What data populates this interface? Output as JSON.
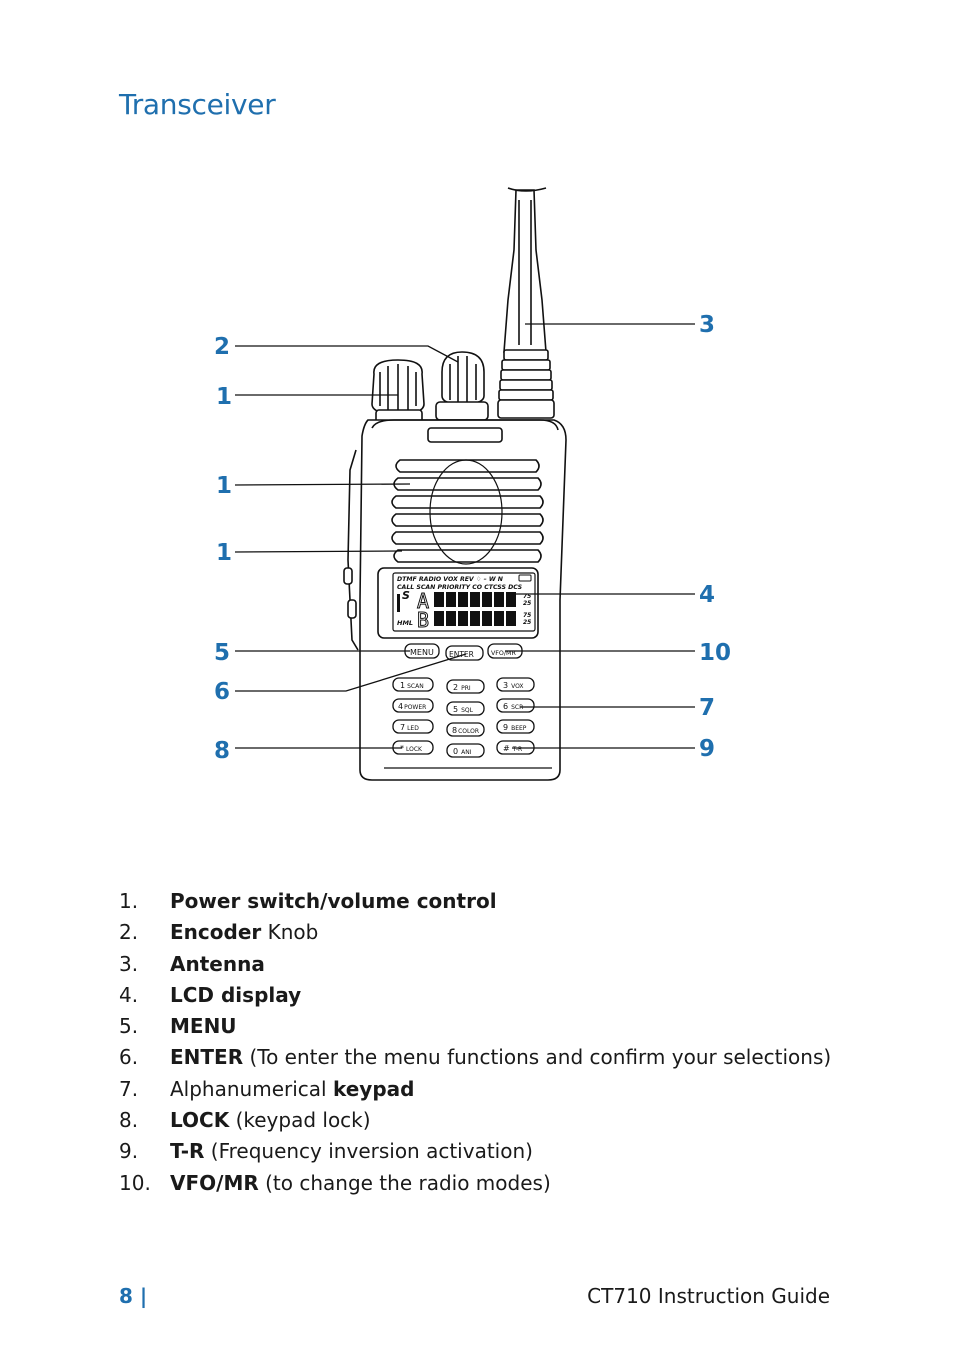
{
  "page": {
    "title": "Transceiver",
    "footer_page": "8 |",
    "footer_doc": "CT710 Instruction Guide"
  },
  "figure": {
    "callouts": {
      "c1a": "1",
      "c1b": "1",
      "c1c": "1",
      "c2": "2",
      "c3": "3",
      "c4": "4",
      "c5": "5",
      "c6": "6",
      "c7": "7",
      "c8": "8",
      "c9": "9",
      "c10": "10"
    },
    "lcd": {
      "top_row": "DTMF  RADIO  VOX  REV  ♢ – W  N",
      "second_row": "CALL  SCAN  PRIORITY  CO  CTCSS DCS",
      "s_label": "S",
      "hml_label": "HML",
      "line_a": "A",
      "line_b": "B",
      "step_a1": "75",
      "step_a2": "25",
      "step_b1": "75",
      "step_b2": "25"
    },
    "buttons": {
      "menu": "MENU",
      "enter": "ENTER",
      "vfo": "VFO/MR"
    },
    "keys": [
      {
        "num": "1",
        "label": "SCAN"
      },
      {
        "num": "2",
        "label": "PRI"
      },
      {
        "num": "3",
        "label": "VOX"
      },
      {
        "num": "4",
        "label": "POWER"
      },
      {
        "num": "5",
        "label": "SQL"
      },
      {
        "num": "6",
        "label": "SCR"
      },
      {
        "num": "7",
        "label": "LED"
      },
      {
        "num": "8",
        "label": "COLOR"
      },
      {
        "num": "9",
        "label": "BEEP"
      },
      {
        "num": "*",
        "label": "LOCK"
      },
      {
        "num": "0",
        "label": "ANI"
      },
      {
        "num": "#",
        "label": "T-R"
      }
    ]
  },
  "list": [
    {
      "num": "1.",
      "bold": "Power switch/volume control",
      "rest": ""
    },
    {
      "num": "2.",
      "bold": "Encoder",
      "rest": " Knob"
    },
    {
      "num": "3.",
      "bold": "Antenna",
      "rest": ""
    },
    {
      "num": "4.",
      "bold": "LCD display",
      "rest": ""
    },
    {
      "num": "5.",
      "bold": "MENU",
      "rest": ""
    },
    {
      "num": "6.",
      "bold": "ENTER",
      "rest": " (To enter the menu functions and confirm your selections)"
    },
    {
      "num": "7.",
      "pre": "Alphanumerical ",
      "bold": "keypad",
      "rest": ""
    },
    {
      "num": "8.",
      "bold": "LOCK",
      "rest": " (keypad lock)"
    },
    {
      "num": "9.",
      "bold": "T-R",
      "rest": " (Frequency inversion activation)"
    },
    {
      "num": "10.",
      "bold": "VFO/MR",
      "rest": " (to change the radio modes)"
    }
  ]
}
